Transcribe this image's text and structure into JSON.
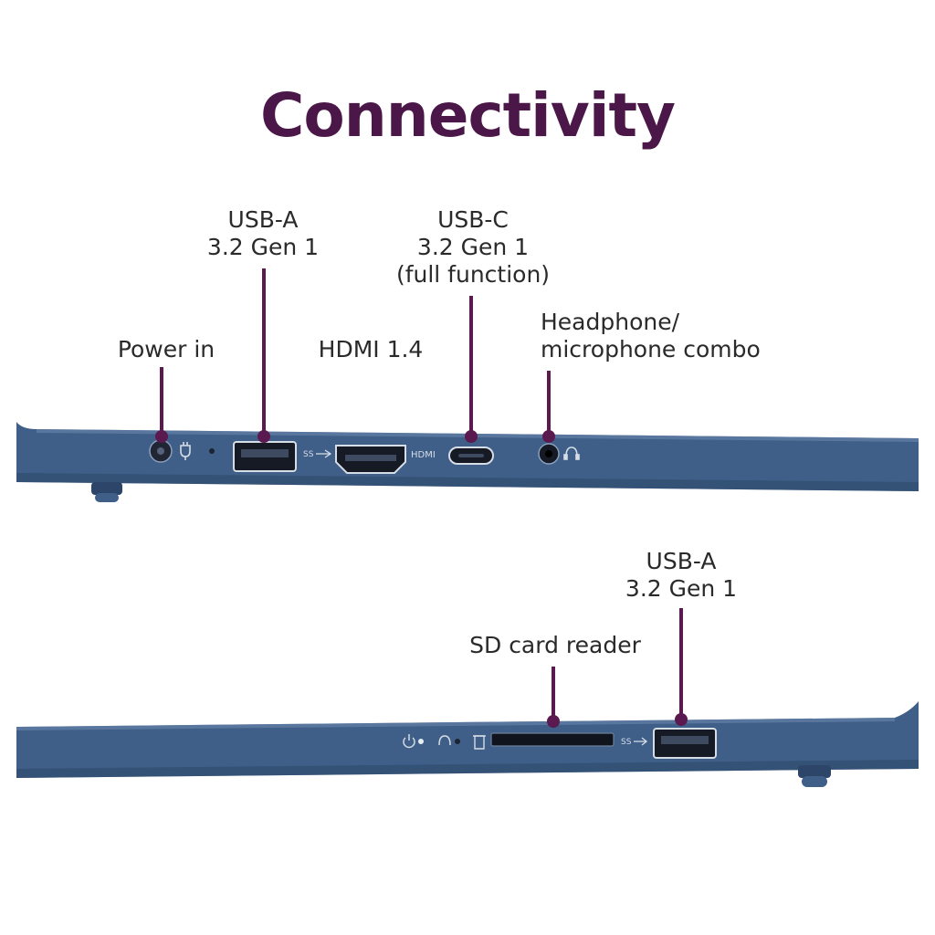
{
  "title": "Connectivity",
  "colors": {
    "title": "#4a1748",
    "leader": "#5b1a4f",
    "chassis": "#3f5f88",
    "chassis_edge": "#2c4568",
    "port_outline": "#d6dde6",
    "port_dark": "#1a1f2a"
  },
  "top_side": {
    "labels": {
      "power_in": "Power in",
      "usb_a_line1": "USB-A",
      "usb_a_line2": "3.2 Gen 1",
      "hdmi": "HDMI 1.4",
      "usb_c_line1": "USB-C",
      "usb_c_line2": "3.2 Gen 1",
      "usb_c_line3": "(full function)",
      "audio_line1": "Headphone/",
      "audio_line2": "microphone combo"
    },
    "port_markings": {
      "usb_ss": "SS",
      "hdmi": "HDMI"
    }
  },
  "bottom_side": {
    "labels": {
      "sd_reader": "SD card reader",
      "usb_a_line1": "USB-A",
      "usb_a_line2": "3.2 Gen 1"
    },
    "port_markings": {
      "usb_ss": "SS"
    }
  }
}
